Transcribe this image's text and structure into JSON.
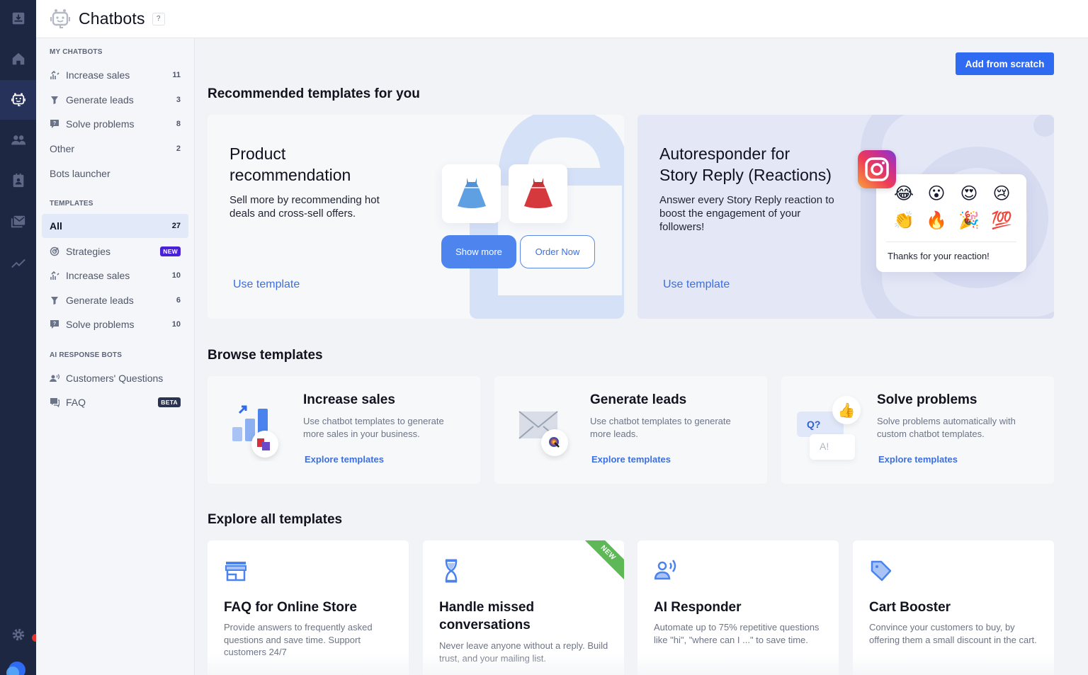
{
  "header": {
    "title": "Chatbots",
    "help": "?"
  },
  "rail": {
    "items": [
      "inbox-icon",
      "home-icon",
      "chatbot-icon",
      "contacts-icon",
      "calendar-contact-icon",
      "campaigns-icon",
      "analytics-icon"
    ],
    "active": "chatbot-icon",
    "bottom": [
      "settings-icon",
      "brand-logo"
    ]
  },
  "sidebar": {
    "my_chatbots": {
      "heading": "MY CHATBOTS",
      "items": [
        {
          "icon": "sales-icon",
          "label": "Increase sales",
          "count": "11"
        },
        {
          "icon": "funnel-icon",
          "label": "Generate leads",
          "count": "3"
        },
        {
          "icon": "question-bubble-icon",
          "label": "Solve problems",
          "count": "8"
        },
        {
          "label": "Other",
          "count": "2"
        },
        {
          "label": "Bots launcher"
        }
      ]
    },
    "templates": {
      "heading": "TEMPLATES",
      "items": [
        {
          "label": "All",
          "count": "27",
          "active": true
        },
        {
          "icon": "target-icon",
          "label": "Strategies",
          "badge": "NEW"
        },
        {
          "icon": "sales-icon",
          "label": "Increase sales",
          "count": "10"
        },
        {
          "icon": "funnel-icon",
          "label": "Generate leads",
          "count": "6"
        },
        {
          "icon": "question-bubble-icon",
          "label": "Solve problems",
          "count": "10"
        }
      ]
    },
    "ai_bots": {
      "heading": "AI RESPONSE BOTS",
      "items": [
        {
          "icon": "speaking-person-icon",
          "label": "Customers' Questions"
        },
        {
          "icon": "faq-bubble-icon",
          "label": "FAQ",
          "badge": "BETA"
        }
      ]
    }
  },
  "main": {
    "add_button": "Add from scratch",
    "recommended": {
      "title": "Recommended templates for you",
      "cards": [
        {
          "title_line1": "Product",
          "title_line2": "recommendation",
          "description": "Sell more by recommending hot deals and cross-sell offers.",
          "link": "Use template",
          "preview": {
            "primary_button": "Show more",
            "secondary_button": "Order Now"
          }
        },
        {
          "title_line1": "Autoresponder for",
          "title_line2": "Story Reply (Reactions)",
          "description": "Answer every Story Reply reaction to boost the engagement of your followers!",
          "link": "Use template",
          "preview": {
            "emojis": [
              "😂",
              "😮",
              "😍",
              "😢",
              "👏",
              "🔥",
              "🎉",
              "💯"
            ],
            "message": "Thanks for your reaction!"
          }
        }
      ]
    },
    "browse": {
      "title": "Browse templates",
      "cards": [
        {
          "title": "Increase sales",
          "description": "Use chatbot templates to generate more sales in your business.",
          "link": "Explore templates"
        },
        {
          "title": "Generate leads",
          "description": "Use chatbot templates to generate more leads.",
          "link": "Explore templates"
        },
        {
          "title": "Solve problems",
          "description": "Solve problems automatically with custom chatbot templates.",
          "link": "Explore templates",
          "illus_q": "Q?",
          "illus_a": "A!"
        }
      ]
    },
    "explore": {
      "title": "Explore all templates",
      "cards": [
        {
          "icon": "store-icon",
          "title": "FAQ for Online Store",
          "description": "Provide answers to frequently asked questions and save time. Support customers 24/7"
        },
        {
          "icon": "hourglass-icon",
          "title": "Handle missed conversations",
          "description": "Never leave anyone without a reply. Build trust, and your mailing list.",
          "ribbon": "NEW"
        },
        {
          "icon": "ai-responder-icon",
          "title": "AI Responder",
          "description": "Automate up to 75% repetitive questions like \"hi\", \"where can I ...\" to save time."
        },
        {
          "icon": "tag-icon",
          "title": "Cart Booster",
          "description": "Convince your customers to buy, by offering them a small discount in the cart."
        }
      ]
    }
  },
  "colors": {
    "rail": "#1d2742",
    "accent": "#2f6bf2",
    "link": "#3c6fe0",
    "new_badge": "#4a22d6",
    "beta_badge": "#2a3350",
    "ribbon": "#5fb858"
  }
}
